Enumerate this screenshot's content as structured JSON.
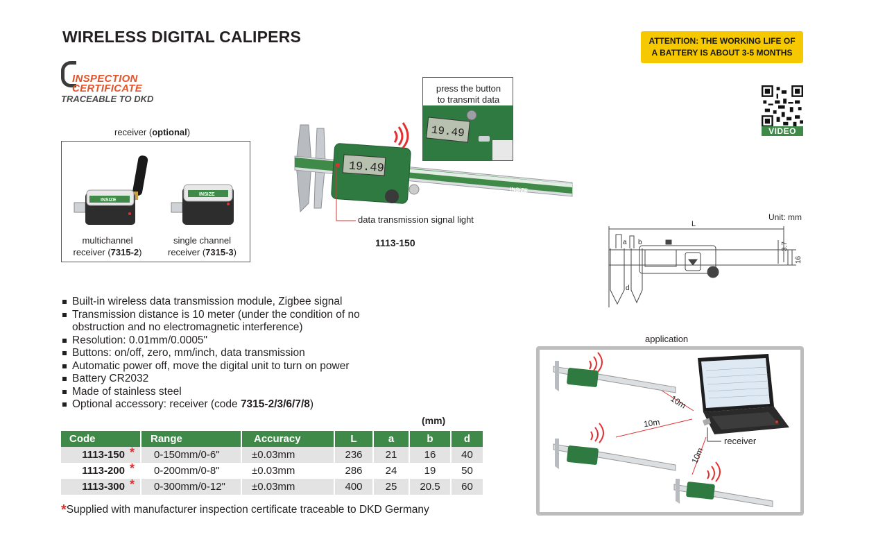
{
  "title": "WIRELESS DIGITAL CALIPERS",
  "attention": {
    "line1": "ATTENTION: THE WORKING LIFE OF",
    "line2": "A BATTERY IS ABOUT 3-5 MONTHS"
  },
  "certificate": {
    "line1": "INSPECTION",
    "line2": "CERTIFICATE",
    "line3": "TRACEABLE TO DKD"
  },
  "receiver": {
    "caption_prefix": "receiver (",
    "caption_bold": "optional",
    "caption_suffix": ")",
    "multi": {
      "line1": "multichannel",
      "line2_prefix": "receiver (",
      "code": "7315-2",
      "suffix": ")"
    },
    "single": {
      "line1": "single channel",
      "line2_prefix": "receiver (",
      "code": "7315-3",
      "suffix": ")"
    },
    "brand": "INSIZE"
  },
  "product": {
    "callout_line1": "press the button",
    "callout_line2": "to transmit data",
    "signal_label": "data transmission signal light",
    "model": "1113-150",
    "display_value": "19.49",
    "brand": "INSIZE"
  },
  "dimension_drawing": {
    "unit": "Unit: mm",
    "L": "L",
    "a": "a",
    "b": "b",
    "d": "d",
    "v1": "3.7",
    "v2": "16"
  },
  "qr": {
    "label": "VIDEO"
  },
  "features": [
    "Built-in wireless data transmission module, Zigbee signal",
    "Transmission distance is 10 meter (under the condition of no obstruction and no electromagnetic interference)",
    "Resolution: 0.01mm/0.0005\"",
    "Buttons: on/off, zero, mm/inch, data transmission",
    "Automatic power off, move the digital unit to turn on power",
    "Battery CR2032",
    "Made of stainless steel"
  ],
  "accessory": {
    "prefix": "Optional accessory: receiver (code ",
    "codes": "7315-2/3/6/7/8",
    "suffix": ")"
  },
  "table": {
    "unit": "(mm)",
    "headers": [
      "Code",
      "Range",
      "Accuracy",
      "L",
      "a",
      "b",
      "d"
    ],
    "rows": [
      [
        "1113-150",
        "0-150mm/0-6\"",
        "±0.03mm",
        "236",
        "21",
        "16",
        "40"
      ],
      [
        "1113-200",
        "0-200mm/0-8\"",
        "±0.03mm",
        "286",
        "24",
        "19",
        "50"
      ],
      [
        "1113-300",
        "0-300mm/0-12\"",
        "±0.03mm",
        "400",
        "25",
        "20.5",
        "60"
      ]
    ],
    "star": "*"
  },
  "footnote": {
    "star": "*",
    "text": "Supplied with manufacturer inspection certificate traceable to DKD Germany"
  },
  "application": {
    "caption": "application",
    "dist1": "10m",
    "dist2": "10m",
    "dist3": "10m",
    "receiver": "receiver"
  },
  "colors": {
    "green": "#3f8a48",
    "yellow": "#f5c800",
    "red": "#e03030",
    "orange": "#e2542b"
  }
}
